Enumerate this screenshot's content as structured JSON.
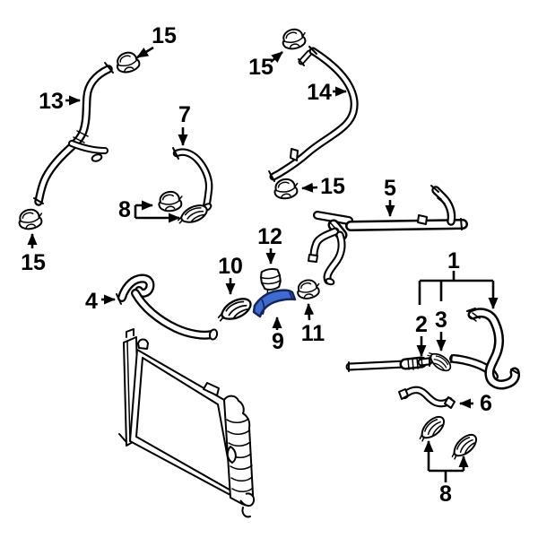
{
  "app": {
    "title": "Engine coolant hose parts diagram",
    "kind": "exploded-parts-illustration"
  },
  "diagram": {
    "background": "#ffffff",
    "line_color": "#000000",
    "highlight": {
      "fill": "#3e6cce",
      "outline": "#15245e",
      "highlighted_callout": "9"
    },
    "callouts": [
      {
        "id": "15-top-left",
        "label": "15"
      },
      {
        "id": "13",
        "label": "13"
      },
      {
        "id": "7",
        "label": "7"
      },
      {
        "id": "8-left",
        "label": "8"
      },
      {
        "id": "15-bottom-left",
        "label": "15"
      },
      {
        "id": "15-top-center",
        "label": "15"
      },
      {
        "id": "14",
        "label": "14"
      },
      {
        "id": "15-mid-right",
        "label": "15"
      },
      {
        "id": "5",
        "label": "5"
      },
      {
        "id": "12",
        "label": "12"
      },
      {
        "id": "10",
        "label": "10"
      },
      {
        "id": "9",
        "label": "9"
      },
      {
        "id": "11",
        "label": "11"
      },
      {
        "id": "1",
        "label": "1"
      },
      {
        "id": "2",
        "label": "2"
      },
      {
        "id": "3",
        "label": "3"
      },
      {
        "id": "6",
        "label": "6"
      },
      {
        "id": "8-right",
        "label": "8"
      }
    ],
    "parts": [
      {
        "callout": "13",
        "kind": "hose"
      },
      {
        "callout": "15",
        "kind": "clamp",
        "count": 4
      },
      {
        "callout": "7",
        "kind": "hose"
      },
      {
        "callout": "8",
        "kind": "clamp",
        "count": 4
      },
      {
        "callout": "14",
        "kind": "hose"
      },
      {
        "callout": "5",
        "kind": "pipe"
      },
      {
        "callout": "12",
        "kind": "connector"
      },
      {
        "callout": "10",
        "kind": "clamp"
      },
      {
        "callout": "9",
        "kind": "hose",
        "highlighted": true
      },
      {
        "callout": "11",
        "kind": "clamp"
      },
      {
        "callout": "4",
        "kind": "hose"
      },
      {
        "callout": "1",
        "kind": "hose"
      },
      {
        "callout": "2",
        "kind": "hose"
      },
      {
        "callout": "3",
        "kind": "clamp"
      },
      {
        "callout": "6",
        "kind": "hose"
      },
      {
        "callout": "radiator",
        "kind": "radiator"
      }
    ],
    "extra_label": {
      "id": "4",
      "label": "4"
    }
  }
}
